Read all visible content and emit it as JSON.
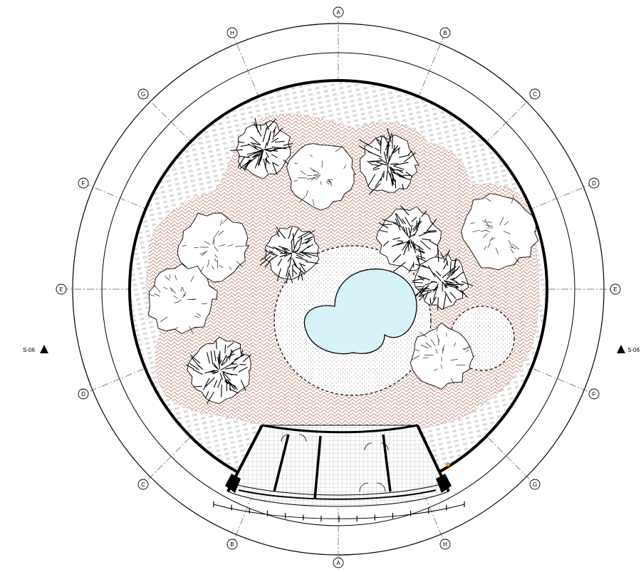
{
  "drawing": {
    "section_marker_left": "S-06",
    "section_marker_right": "S-06",
    "grid_bubbles": [
      {
        "id": "top-a",
        "label": "A"
      },
      {
        "id": "bottom-a",
        "label": "A"
      },
      {
        "id": "upper-right-b",
        "label": "B"
      },
      {
        "id": "lower-left-b",
        "label": "B"
      },
      {
        "id": "upper-right-c",
        "label": "C"
      },
      {
        "id": "lower-left-c",
        "label": "C"
      },
      {
        "id": "right-d",
        "label": "D"
      },
      {
        "id": "left-d",
        "label": "D"
      },
      {
        "id": "left-e",
        "label": "E"
      },
      {
        "id": "right-e",
        "label": "E"
      },
      {
        "id": "left-f",
        "label": "F"
      },
      {
        "id": "right-f",
        "label": "F"
      },
      {
        "id": "upper-left-g",
        "label": "G"
      },
      {
        "id": "lower-right-g",
        "label": "G"
      },
      {
        "id": "upper-left-h",
        "label": "H"
      },
      {
        "id": "lower-right-h",
        "label": "H"
      }
    ],
    "colors": {
      "line": "#000000",
      "paving_hatch": "#c98b7a",
      "pond_fill": "#d7f3f7",
      "dash_grid": "#555555",
      "marker_orange": "#f28c28"
    }
  }
}
